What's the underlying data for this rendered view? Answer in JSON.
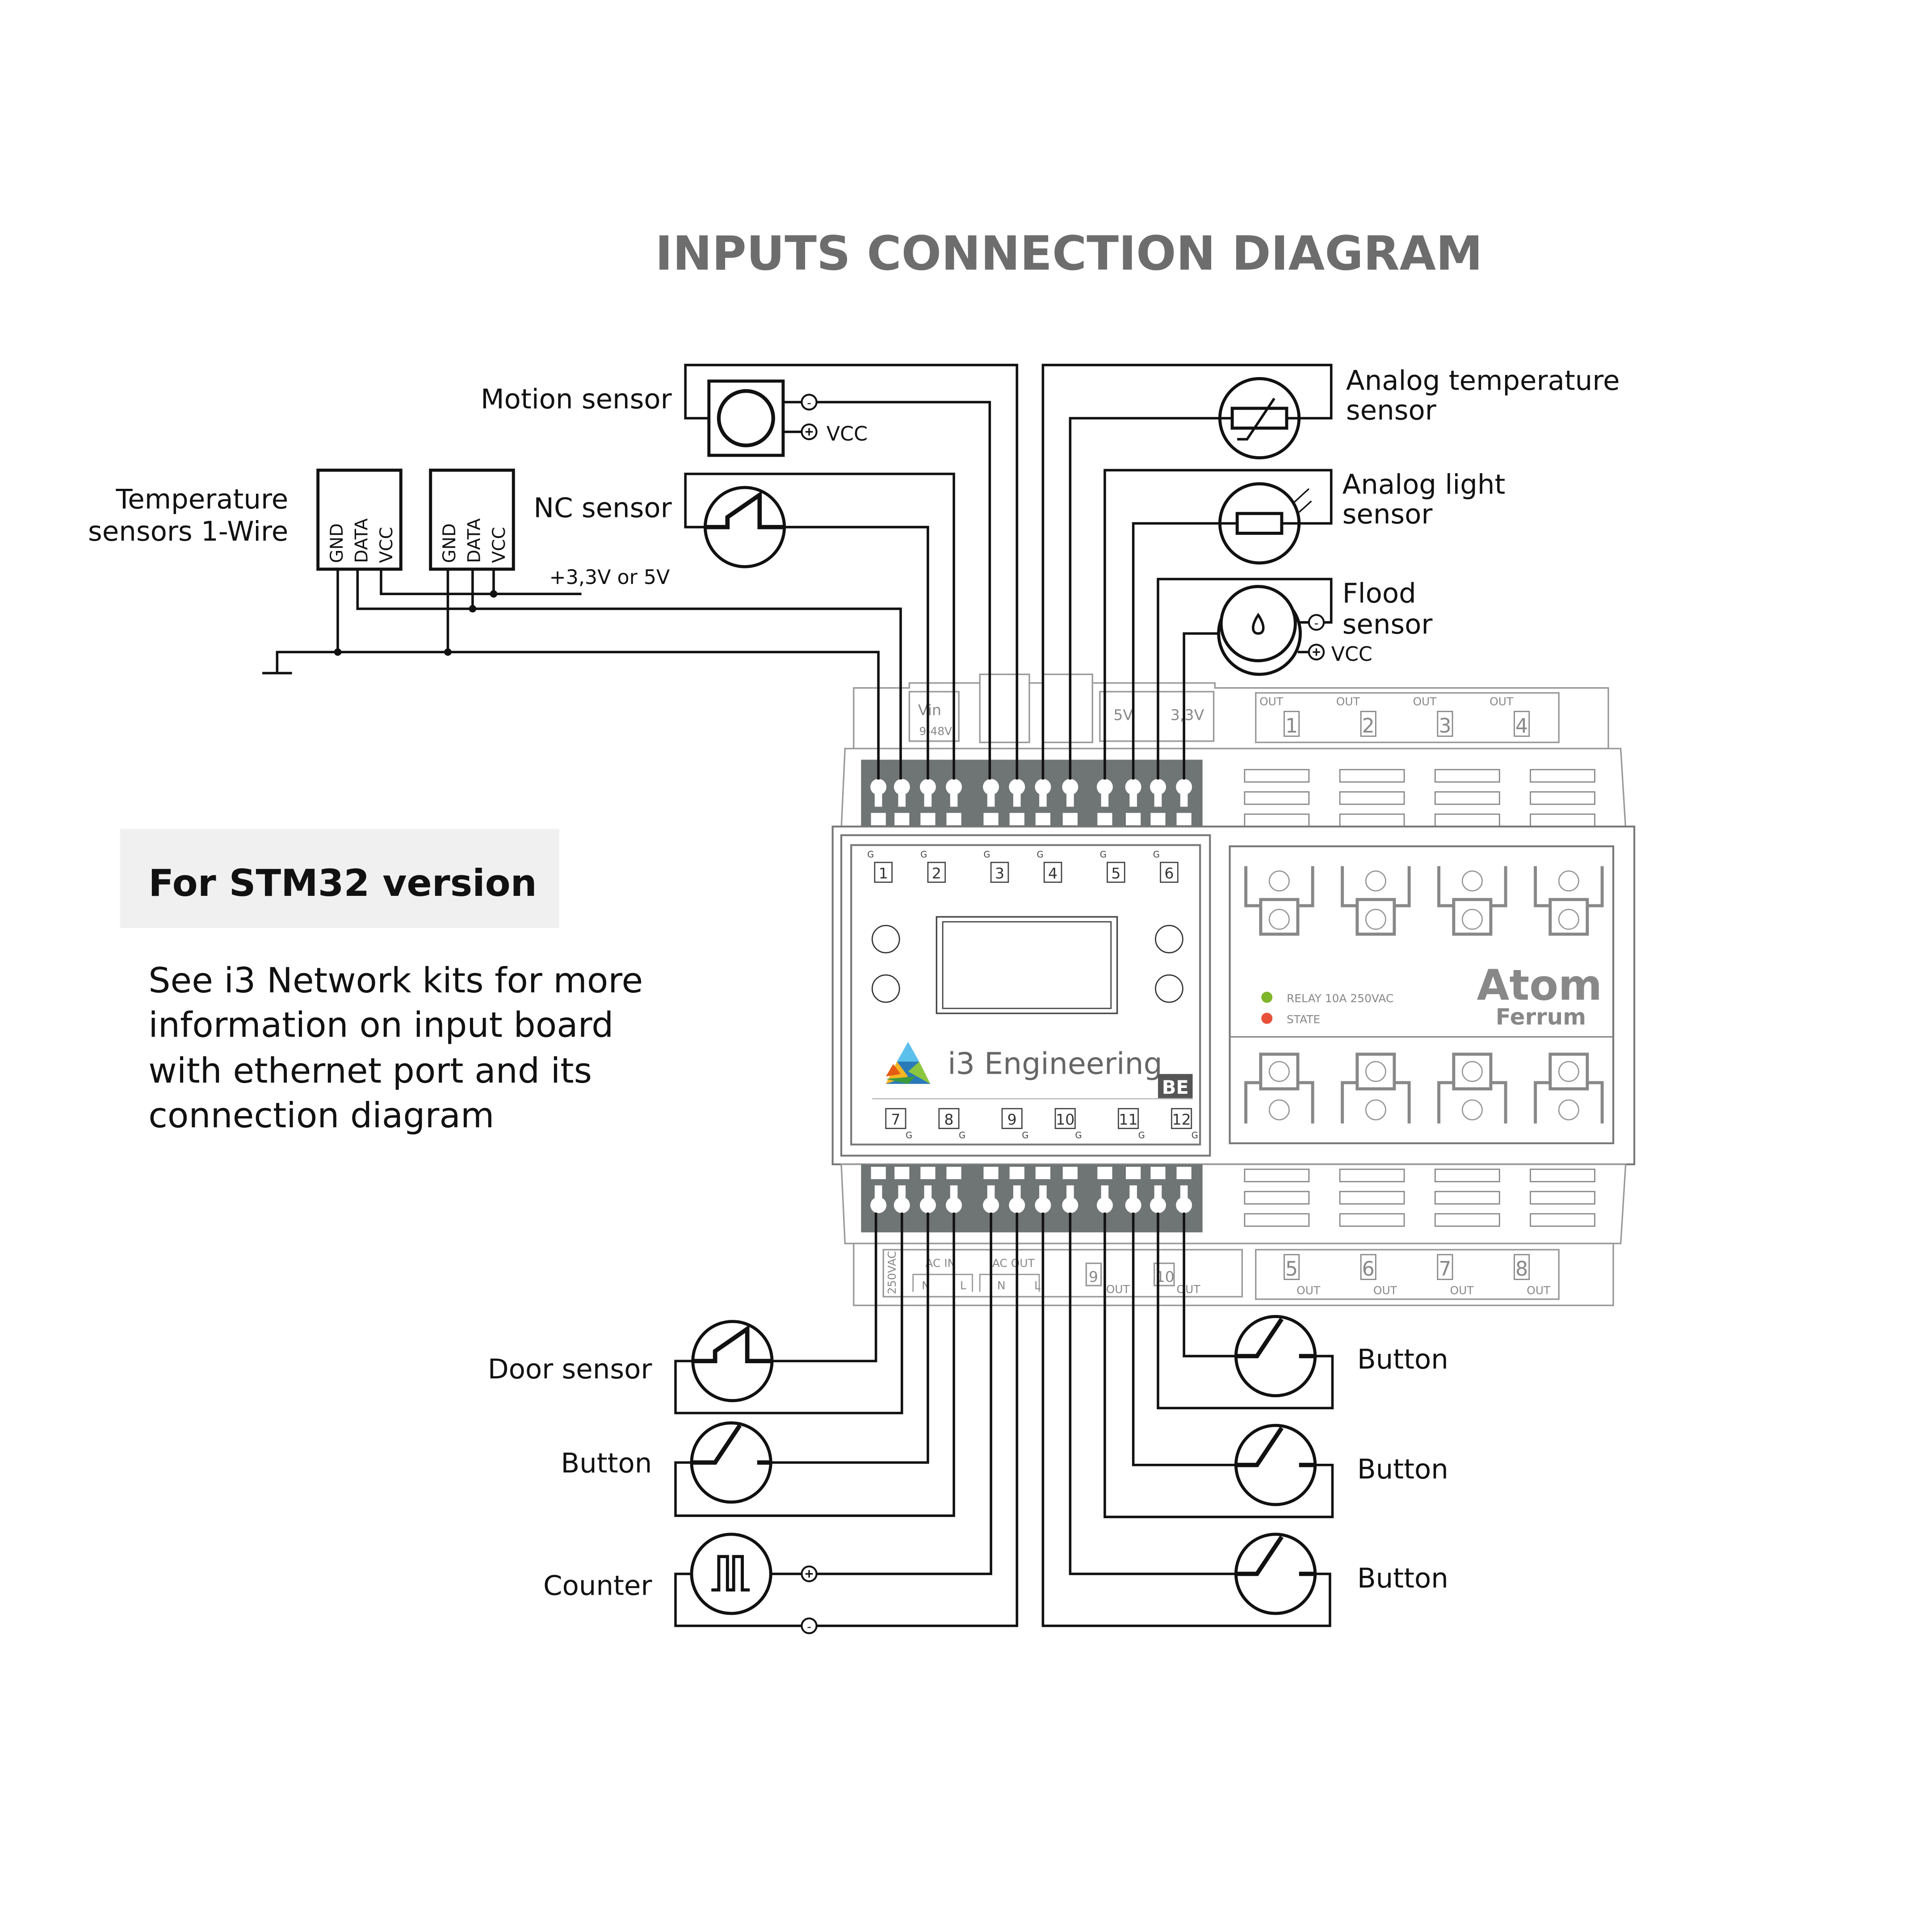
{
  "title": "INPUTS CONNECTION DIAGRAM",
  "note": {
    "heading": "For STM32 version",
    "lines": [
      "See i3 Network kits for more",
      "information on input board",
      "with ethernet port and its",
      "connection diagram"
    ]
  },
  "sensors_top_left": {
    "temperature_label": [
      "Temperature",
      "sensors 1-Wire"
    ],
    "pins": [
      "GND",
      "DATA",
      "VCC"
    ],
    "supply_label": "+3,3V or 5V",
    "motion_label": "Motion sensor",
    "nc_label": "NC sensor",
    "minus": "-",
    "plus_vcc": "VCC"
  },
  "sensors_top_right": {
    "analog_temp_label": [
      "Analog temperature",
      "sensor"
    ],
    "analog_light_label": [
      "Analog light",
      "sensor"
    ],
    "flood_label": [
      "Flood",
      "sensor"
    ],
    "vcc": "VCC"
  },
  "sensors_bottom_left": {
    "door_label": "Door sensor",
    "button_label": "Button",
    "counter_label": "Counter"
  },
  "sensors_bottom_right": {
    "buttons": [
      "Button",
      "Button",
      "Button"
    ]
  },
  "device": {
    "top_terminals": {
      "vin": "Vin",
      "vin_range": "9-48V",
      "v5": "5V",
      "v33": "3,3V",
      "minus": "-",
      "plus": "+"
    },
    "relay_outputs_top": [
      {
        "label": "OUT",
        "num": "1"
      },
      {
        "label": "OUT",
        "num": "2"
      },
      {
        "label": "OUT",
        "num": "3"
      },
      {
        "label": "OUT",
        "num": "4"
      }
    ],
    "relay_outputs_bottom": [
      {
        "label": "OUT",
        "num": "5"
      },
      {
        "label": "OUT",
        "num": "6"
      },
      {
        "label": "OUT",
        "num": "7"
      },
      {
        "label": "OUT",
        "num": "8"
      }
    ],
    "bottom_terminals": {
      "vac": "250VAC",
      "ac_in": "AC IN",
      "ac_out": "AC OUT",
      "n": "N",
      "l": "L",
      "out9": "9",
      "out10": "10",
      "out": "OUT"
    },
    "inputs_top": [
      "1",
      "2",
      "3",
      "4",
      "5",
      "6"
    ],
    "inputs_bottom": [
      "7",
      "8",
      "9",
      "10",
      "11",
      "12"
    ],
    "ground_mark": "G",
    "brand": "i3 Engineering",
    "badge": "BE",
    "legend": [
      {
        "text": "RELAY 10A 250VAC",
        "color": "#7fb52a"
      },
      {
        "text": "STATE",
        "color": "#e8503a"
      }
    ],
    "model": "Atom",
    "submodel": "Ferrum"
  },
  "colors": {
    "title": "#6d6d6d",
    "terminal_block": "#6f7474",
    "note_bg": "#f0f0f0",
    "logo": [
      "#5bc0eb",
      "#2a7ab8",
      "#f5b623",
      "#e55b13",
      "#8cc63f",
      "#3c9a3c"
    ]
  }
}
